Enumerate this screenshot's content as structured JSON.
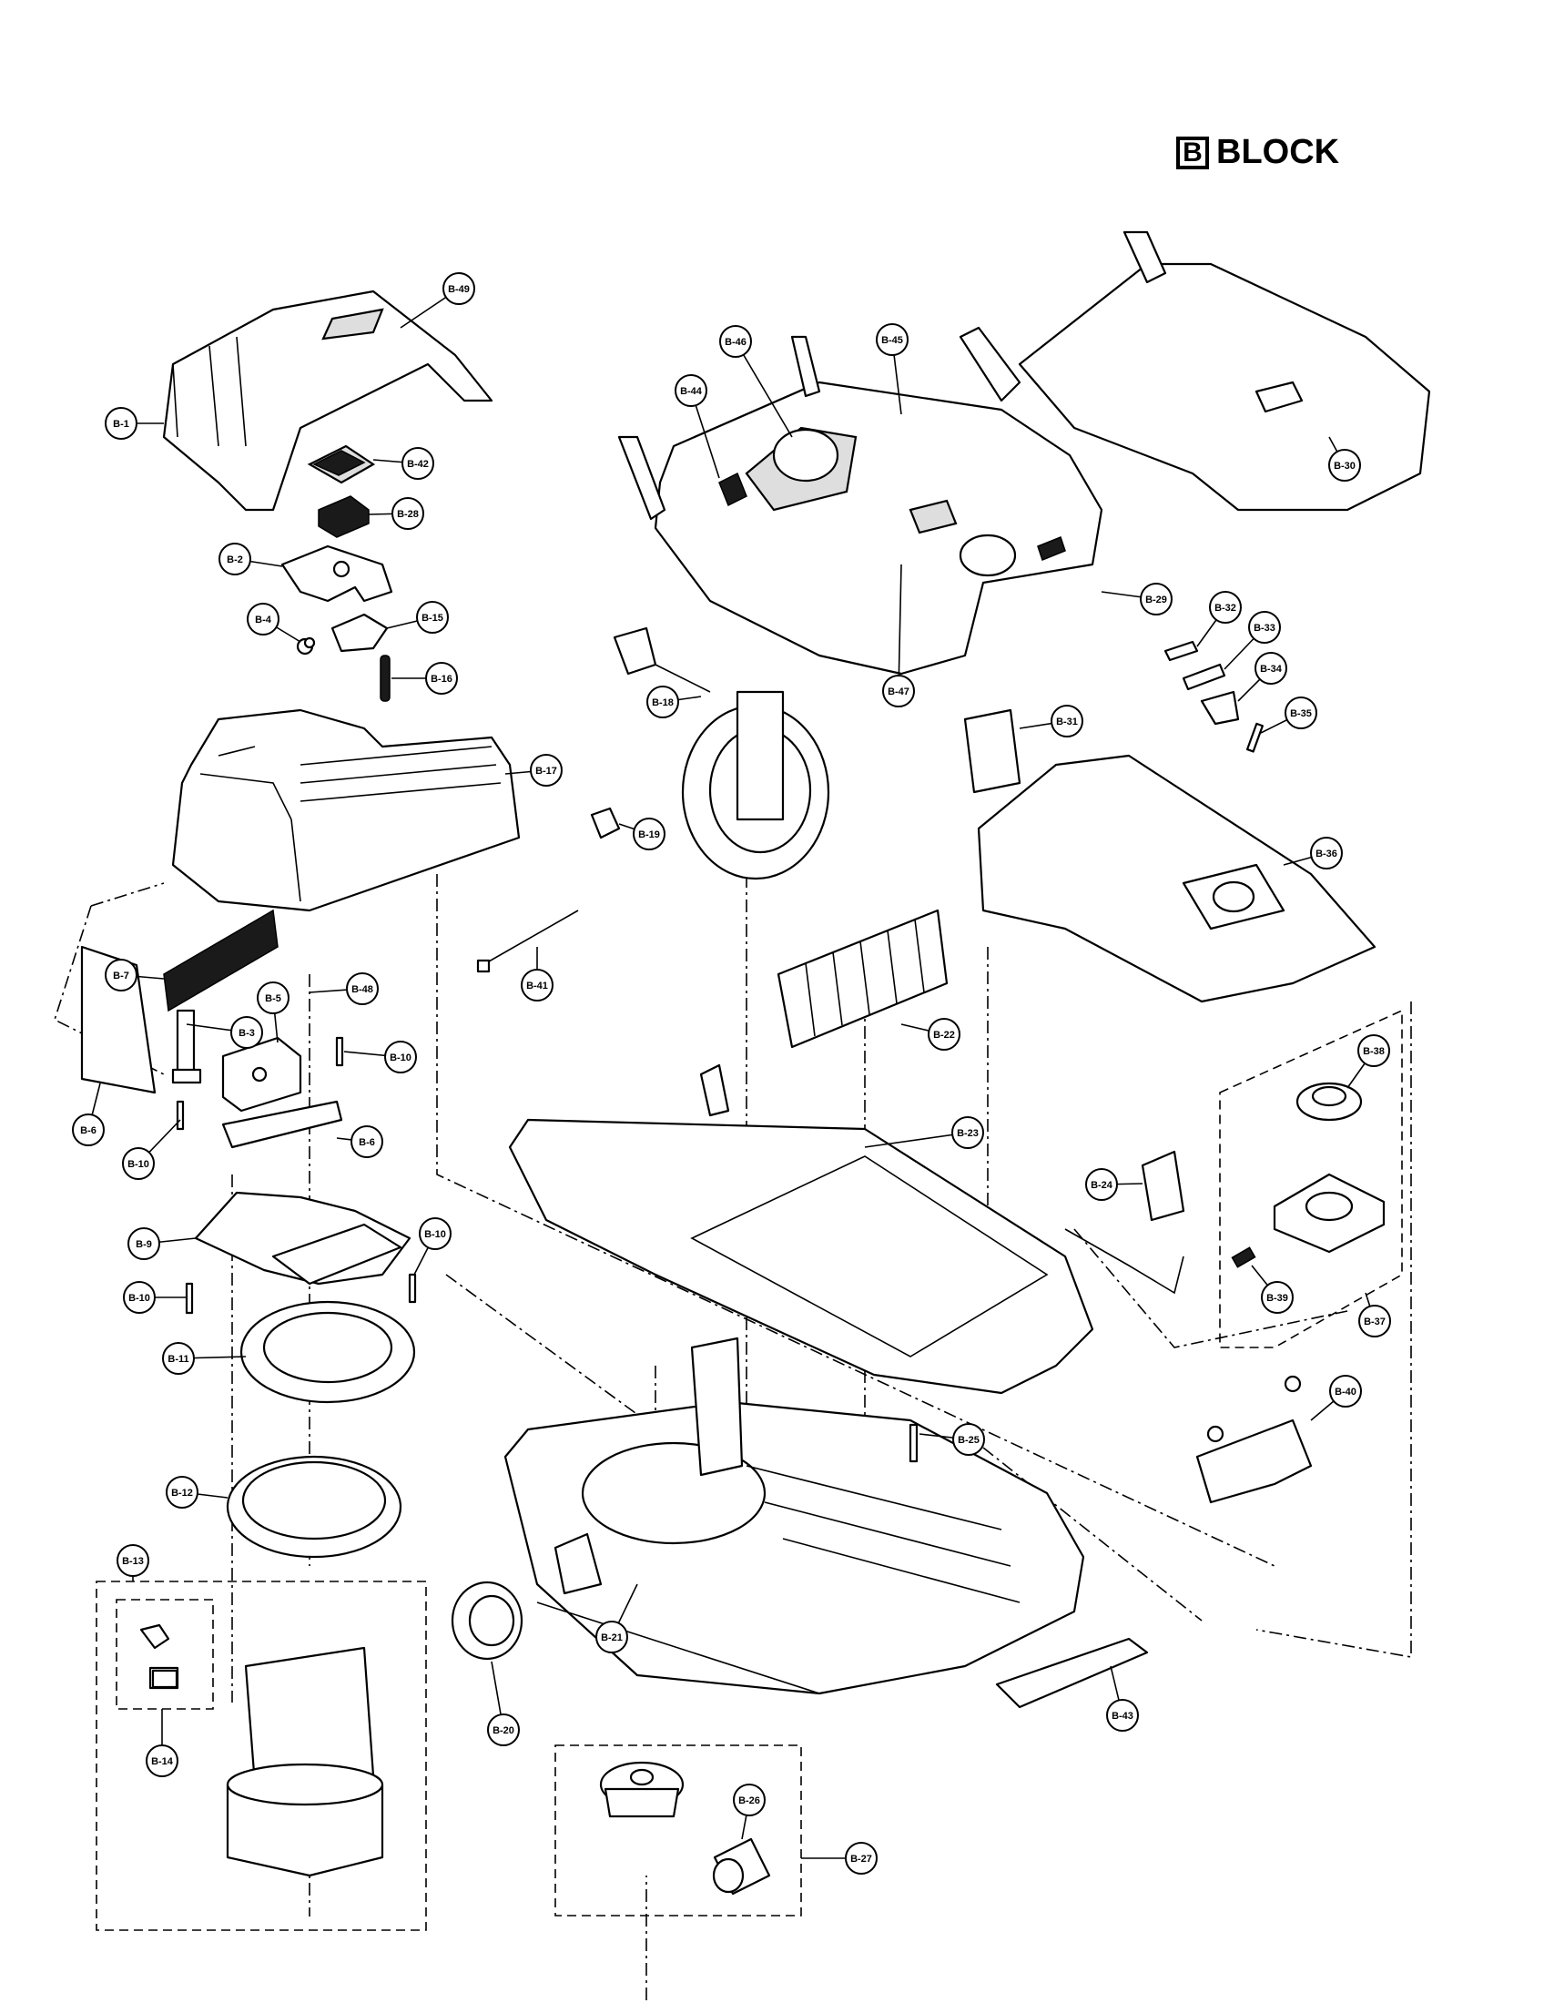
{
  "title": {
    "letter": "B",
    "word": "BLOCK"
  },
  "parts": [
    {
      "id": "B-1"
    },
    {
      "id": "B-2"
    },
    {
      "id": "B-3"
    },
    {
      "id": "B-4"
    },
    {
      "id": "B-5"
    },
    {
      "id": "B-6"
    },
    {
      "id": "B-6"
    },
    {
      "id": "B-7"
    },
    {
      "id": "B-9"
    },
    {
      "id": "B-10"
    },
    {
      "id": "B-10"
    },
    {
      "id": "B-10"
    },
    {
      "id": "B-10"
    },
    {
      "id": "B-11"
    },
    {
      "id": "B-12"
    },
    {
      "id": "B-13"
    },
    {
      "id": "B-14"
    },
    {
      "id": "B-15"
    },
    {
      "id": "B-16"
    },
    {
      "id": "B-17"
    },
    {
      "id": "B-18"
    },
    {
      "id": "B-19"
    },
    {
      "id": "B-20"
    },
    {
      "id": "B-21"
    },
    {
      "id": "B-22"
    },
    {
      "id": "B-23"
    },
    {
      "id": "B-24"
    },
    {
      "id": "B-25"
    },
    {
      "id": "B-26"
    },
    {
      "id": "B-27"
    },
    {
      "id": "B-28"
    },
    {
      "id": "B-29"
    },
    {
      "id": "B-30"
    },
    {
      "id": "B-31"
    },
    {
      "id": "B-32"
    },
    {
      "id": "B-33"
    },
    {
      "id": "B-34"
    },
    {
      "id": "B-35"
    },
    {
      "id": "B-36"
    },
    {
      "id": "B-37"
    },
    {
      "id": "B-38"
    },
    {
      "id": "B-39"
    },
    {
      "id": "B-40"
    },
    {
      "id": "B-41"
    },
    {
      "id": "B-42"
    },
    {
      "id": "B-43"
    },
    {
      "id": "B-44"
    },
    {
      "id": "B-45"
    },
    {
      "id": "B-46"
    },
    {
      "id": "B-47"
    },
    {
      "id": "B-48"
    },
    {
      "id": "B-49"
    }
  ]
}
